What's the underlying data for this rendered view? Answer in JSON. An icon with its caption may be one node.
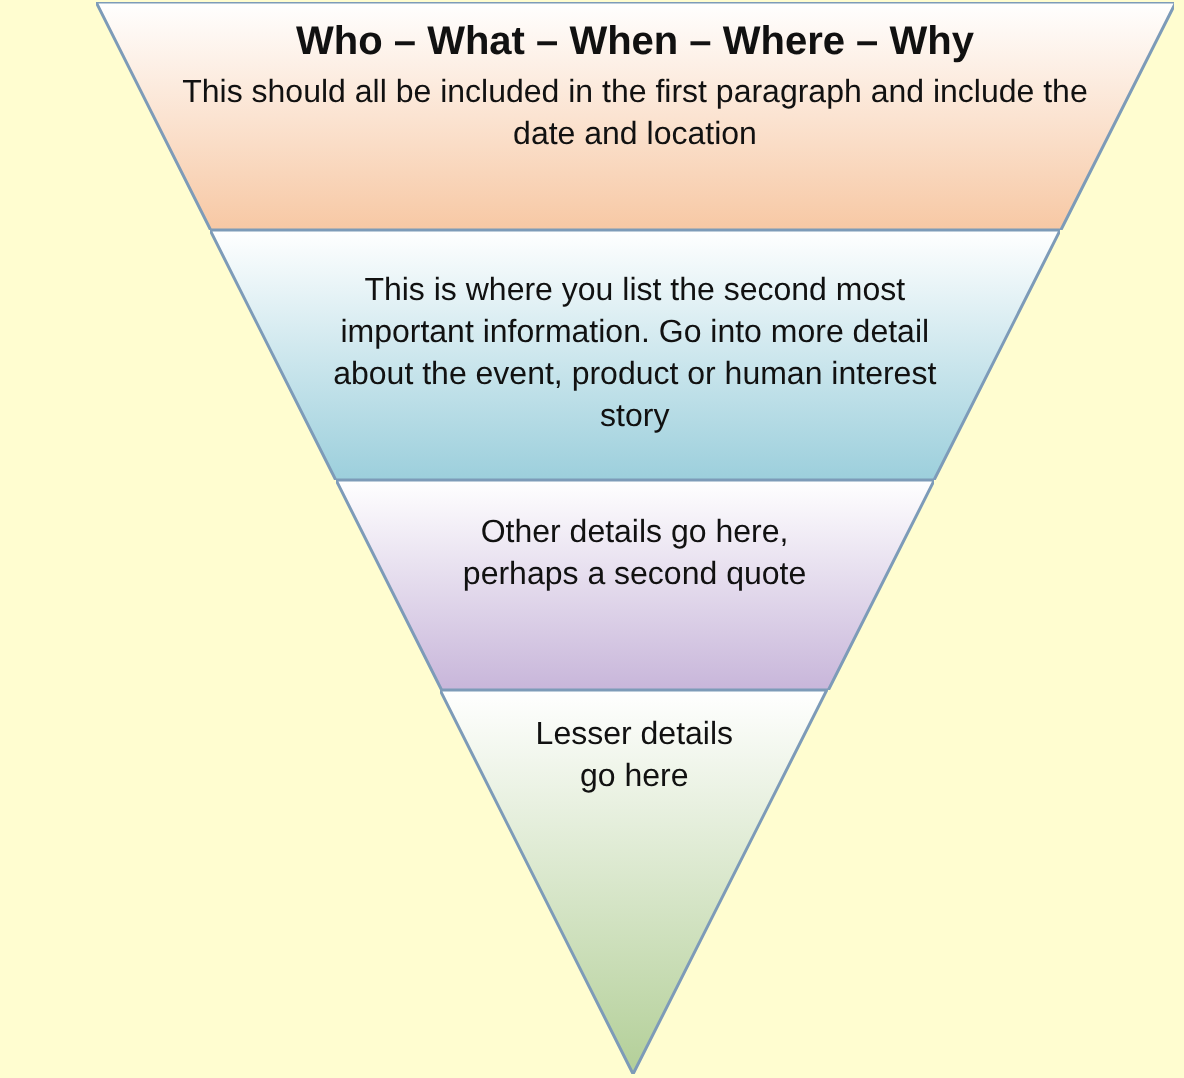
{
  "diagram": {
    "nodes": [
      {
        "text": [
          "Who – What – When – Where – Why",
          "This should all be included in the first paragraph and include the date and location"
        ]
      },
      {
        "text": [
          "This is where you list the second most important information. Go into more detail about the event, product or human interest story"
        ]
      },
      {
        "text": [
          "Other details go here, perhaps a second quote"
        ]
      },
      {
        "text": [
          "Lesser details go here"
        ]
      }
    ]
  }
}
